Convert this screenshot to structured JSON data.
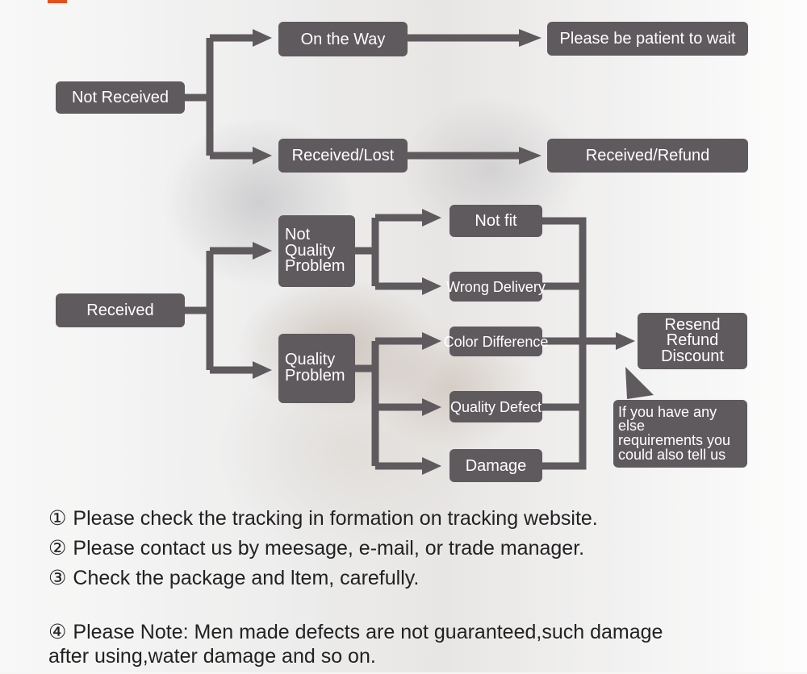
{
  "nodes": {
    "not_received": "Not Received",
    "on_the_way": "On the Way",
    "please_wait": "Please be patient to wait",
    "received_lost": "Received/Lost",
    "received_refund": "Received/Refund",
    "received": "Received",
    "not_quality_problem": "Not\nQuality\nProblem",
    "quality_problem": "Quality\nProblem",
    "not_fit": "Not fit",
    "wrong_delivery": "Wrong Delivery",
    "color_difference": "Color Difference",
    "quality_defect": "Quality Defect",
    "damage": "Damage",
    "resolution": "Resend\nRefund\nDiscount",
    "callout": "If you have any else\nrequirements you\ncould also tell us"
  },
  "notes": [
    {
      "marker": "①",
      "text": "Please check the tracking in formation on tracking website."
    },
    {
      "marker": "②",
      "text": "Please contact us by meesage, e-mail, or trade manager."
    },
    {
      "marker": "③",
      "text": "Check the package and ltem, carefully."
    },
    {
      "marker": "④",
      "text": "Please Note: Men made defects  are not guaranteed,such damage\nafter using,water damage and so on."
    }
  ],
  "colors": {
    "box_fill": "#5f5a5d",
    "box_text": "#ffffff",
    "note_text": "#222222",
    "accent": "#e74e1c"
  }
}
